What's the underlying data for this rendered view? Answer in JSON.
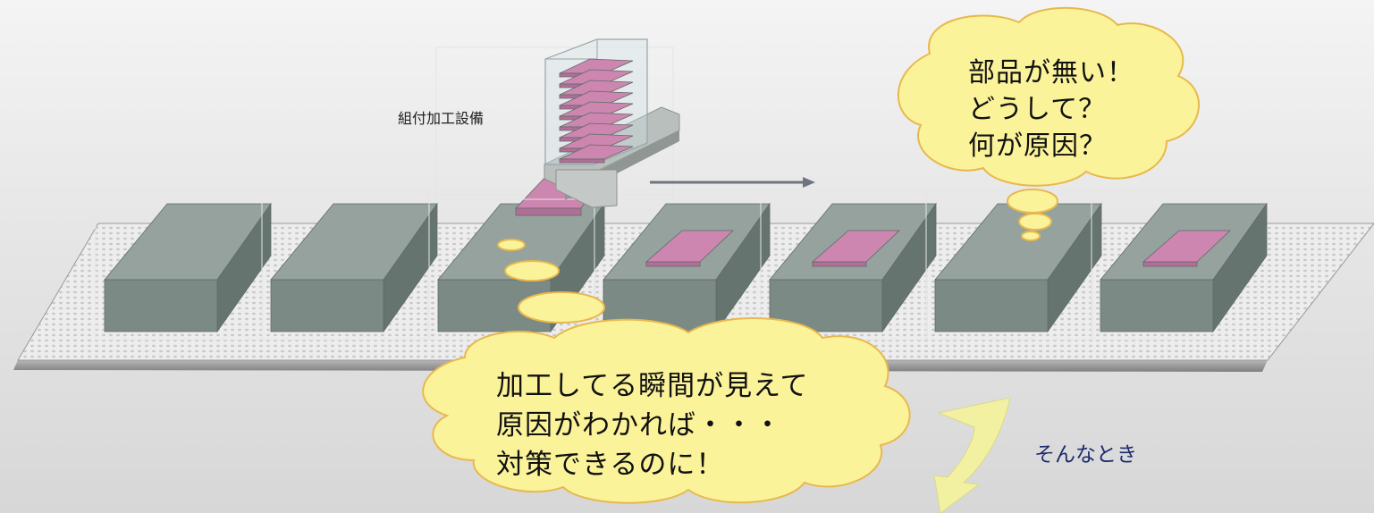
{
  "equipment": {
    "label": "組付加工設備"
  },
  "top_bubble": {
    "lines": [
      "部品が無い！",
      "どうして？",
      "何が原因？"
    ]
  },
  "bottom_bubble": {
    "lines": [
      "加工してる瞬間が見えて",
      "原因がわかれば・・・",
      "対策できるのに！"
    ]
  },
  "next_step": {
    "label": "そんなとき"
  },
  "blocks": [
    {
      "has_part": false
    },
    {
      "has_part": false
    },
    {
      "has_part": true,
      "state": "being-assembled"
    },
    {
      "has_part": true
    },
    {
      "has_part": true
    },
    {
      "has_part": false,
      "state": "missing-part"
    },
    {
      "has_part": true
    }
  ],
  "colors": {
    "block_front": "#7b8a84",
    "block_top": "#95a29d",
    "block_side": "#66746f",
    "part": "#cc86b0",
    "bubble": "#fbf39a",
    "bubble_stroke": "#e8b84e",
    "arrow": "#f2f1a2",
    "conveyor": "#e2e2e2"
  }
}
